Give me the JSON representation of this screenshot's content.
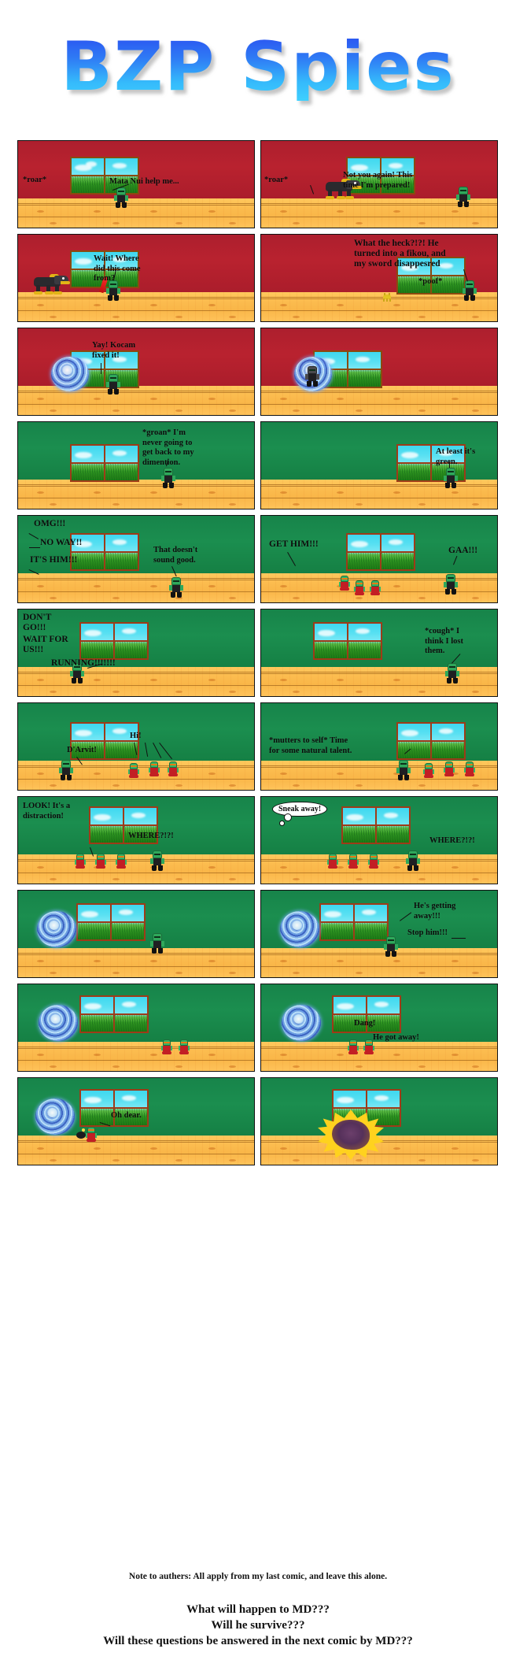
{
  "title": "BZP Spies",
  "title_colors": {
    "top": "#2a4ff0",
    "bottom": "#3fd0ff"
  },
  "palette": {
    "wall_red": "#b9222f",
    "wall_green": "#1b8e4f",
    "floor": "#fcbd50",
    "window_frame_red": "#9e3b18",
    "window_frame_brown": "#8a4a10",
    "sky": "#58e0f2",
    "grass": "#2f9421",
    "portal_blue": "#3f63c8",
    "explosion_yellow": "#ffd21e",
    "text": "#0b0b0b"
  },
  "panels": [
    {
      "id": 1,
      "wall": "red",
      "lines": [
        {
          "text": "*roar*"
        },
        {
          "text": "Mata Nui help me..."
        }
      ]
    },
    {
      "id": 2,
      "wall": "red",
      "lines": [
        {
          "text": "*roar*"
        },
        {
          "text": "Not you again! This\ntime I'm prepared!"
        }
      ]
    },
    {
      "id": 3,
      "wall": "red",
      "lines": [
        {
          "text": "Wait! Where\ndid this come\nfrom?"
        }
      ]
    },
    {
      "id": 4,
      "wall": "red",
      "lines": [
        {
          "text": "What the heck?!?! He\nturned into a fikou, and\nmy sword disappesred"
        },
        {
          "text": "*poof*"
        }
      ]
    },
    {
      "id": 5,
      "wall": "red",
      "lines": [
        {
          "text": "Yay! Kocam\nfixed it!"
        }
      ]
    },
    {
      "id": 6,
      "wall": "red",
      "lines": []
    },
    {
      "id": 7,
      "wall": "green",
      "lines": [
        {
          "text": "*groan* I'm\nnever going to\nget back to my\ndimention."
        }
      ]
    },
    {
      "id": 8,
      "wall": "green",
      "lines": [
        {
          "text": "At least it's\ngreen."
        }
      ]
    },
    {
      "id": 9,
      "wall": "green",
      "lines": [
        {
          "text": "OMG!!!"
        },
        {
          "text": "NO WAY!!"
        },
        {
          "text": "IT'S HIM!!!"
        },
        {
          "text": "That doesn't\nsound good."
        }
      ]
    },
    {
      "id": 10,
      "wall": "green",
      "lines": [
        {
          "text": "GET HIM!!!"
        },
        {
          "text": "GAA!!!"
        }
      ]
    },
    {
      "id": 11,
      "wall": "green",
      "lines": [
        {
          "text": "DON'T\nGO!!!"
        },
        {
          "text": "WAIT FOR\nUS!!!"
        },
        {
          "text": "RUNNING!!!!!!!"
        }
      ]
    },
    {
      "id": 12,
      "wall": "green",
      "lines": [
        {
          "text": "*cough* I\nthink I lost\nthem."
        }
      ]
    },
    {
      "id": 13,
      "wall": "green",
      "lines": [
        {
          "text": "Hi!"
        },
        {
          "text": "D'Arvit!"
        }
      ]
    },
    {
      "id": 14,
      "wall": "green",
      "lines": [
        {
          "text": "*mutters to self* Time\nfor some natural talent."
        }
      ]
    },
    {
      "id": 15,
      "wall": "green",
      "lines": [
        {
          "text": "LOOK! It's a\ndistraction!"
        },
        {
          "text": "WHERE?!?!"
        }
      ],
      "bubble": null
    },
    {
      "id": 16,
      "wall": "green",
      "lines": [
        {
          "text": "WHERE?!?!"
        }
      ],
      "bubble": "Sneak away!"
    },
    {
      "id": 17,
      "wall": "green",
      "lines": []
    },
    {
      "id": 18,
      "wall": "green",
      "lines": [
        {
          "text": "He's getting\naway!!!"
        },
        {
          "text": "Stop him!!!"
        }
      ]
    },
    {
      "id": 19,
      "wall": "green",
      "lines": []
    },
    {
      "id": 20,
      "wall": "green",
      "lines": [
        {
          "text": "Dang!"
        },
        {
          "text": "He got away!"
        }
      ]
    },
    {
      "id": 21,
      "wall": "green",
      "lines": [
        {
          "text": "Oh dear."
        }
      ]
    },
    {
      "id": 22,
      "wall": "green",
      "lines": []
    }
  ],
  "footer": {
    "note": "Note to authers: All apply from my last comic, and leave this alone.",
    "outro": [
      "What will happen to MD???",
      "Will he survive???",
      "Will these questions be answered in the next comic by MD???"
    ]
  }
}
